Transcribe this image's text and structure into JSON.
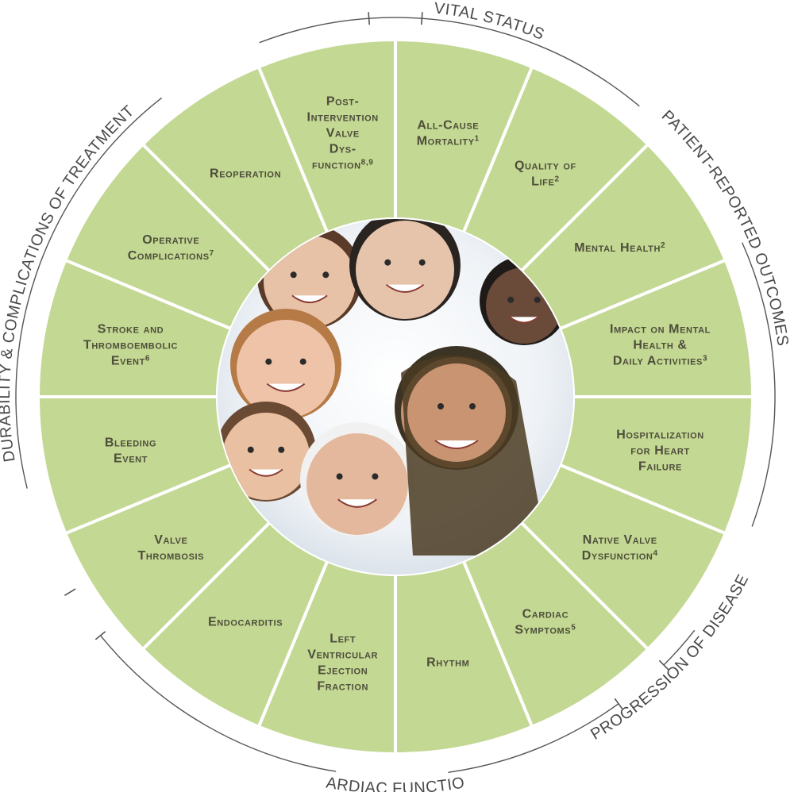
{
  "colors": {
    "segment_fill": "#c3d893",
    "segment_stroke": "#ffffff",
    "text": "#4d4d3a",
    "category_text": "#4a4a4a",
    "bracket": "#555555"
  },
  "center": {
    "image": "group-of-diverse-people-photo"
  },
  "segments": [
    {
      "lines": [
        [
          "All-Cause"
        ],
        [
          "Mortality",
          "1"
        ]
      ]
    },
    {
      "lines": [
        [
          "Quality of"
        ],
        [
          "Life",
          "2"
        ]
      ]
    },
    {
      "lines": [
        [
          "Mental Health",
          "2"
        ]
      ]
    },
    {
      "lines": [
        [
          "Impact on Mental"
        ],
        [
          "Health &"
        ],
        [
          "Daily Activities",
          "3"
        ]
      ]
    },
    {
      "lines": [
        [
          "Hospitalization"
        ],
        [
          "for Heart"
        ],
        [
          "Failure"
        ]
      ]
    },
    {
      "lines": [
        [
          "Native Valve"
        ],
        [
          "Dysfunction",
          "4"
        ]
      ]
    },
    {
      "lines": [
        [
          "Cardiac"
        ],
        [
          "Symptoms",
          "5"
        ]
      ]
    },
    {
      "lines": [
        [
          "Rhythm"
        ]
      ]
    },
    {
      "lines": [
        [
          "Left"
        ],
        [
          "Ventricular"
        ],
        [
          "Ejection"
        ],
        [
          "Fraction"
        ]
      ]
    },
    {
      "lines": [
        [
          "Endocarditis"
        ]
      ]
    },
    {
      "lines": [
        [
          "Valve"
        ],
        [
          "Thrombosis"
        ]
      ]
    },
    {
      "lines": [
        [
          "Bleeding"
        ],
        [
          "Event"
        ]
      ]
    },
    {
      "lines": [
        [
          "Stroke and"
        ],
        [
          "Thromboembolic"
        ],
        [
          "Event",
          "6"
        ]
      ]
    },
    {
      "lines": [
        [
          "Operative"
        ],
        [
          "Complications",
          "7"
        ]
      ]
    },
    {
      "lines": [
        [
          "Reoperation"
        ]
      ]
    },
    {
      "lines": [
        [
          "Post-"
        ],
        [
          "Intervention"
        ],
        [
          "Valve"
        ],
        [
          "Dys-"
        ],
        [
          "function",
          "8,9"
        ]
      ]
    }
  ],
  "categories": [
    {
      "label": "VITAL STATUS"
    },
    {
      "label": "PATIENT-REPORTED OUTCOMES"
    },
    {
      "label": "PROGRESSION OF DISEASE"
    },
    {
      "label": "CARDIAC FUNCTION"
    },
    {
      "label": "DURABILITY &  COMPLICATIONS OF TREATMENT"
    }
  ]
}
